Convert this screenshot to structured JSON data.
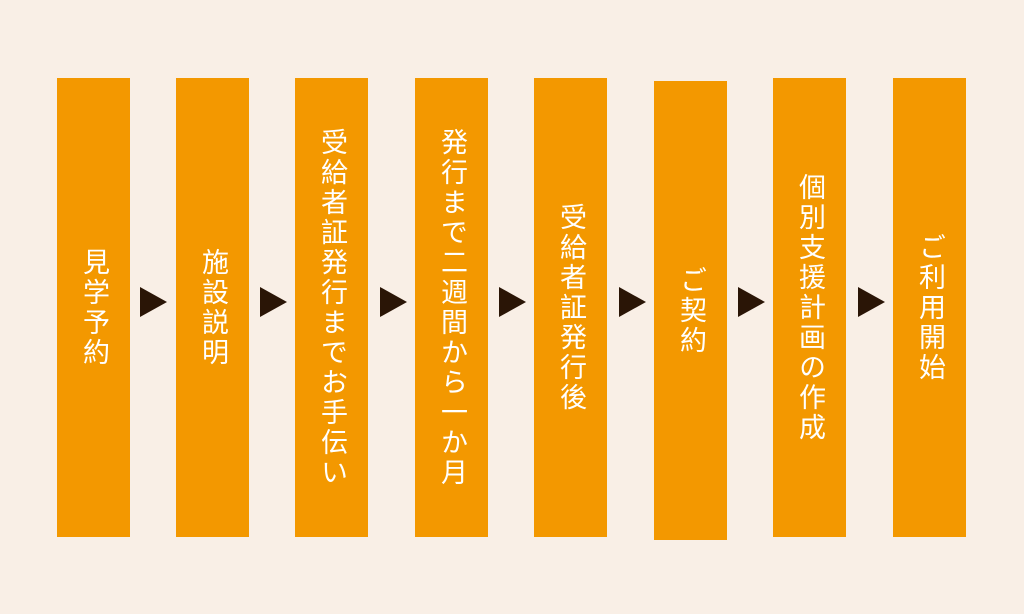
{
  "steps": [
    {
      "label": "見学予約"
    },
    {
      "label": "施設説明"
    },
    {
      "label": "受給者証発行までお手伝い"
    },
    {
      "label": "発行まで二週間から一か月"
    },
    {
      "label": "受給者証発行後"
    },
    {
      "label": "ご契約"
    },
    {
      "label": "個別支援計画の作成"
    },
    {
      "label": "ご利用開始"
    }
  ],
  "colors": {
    "background": "#f9efe6",
    "step": "#f39800",
    "arrow": "#2a1506",
    "text": "#ffffff"
  }
}
